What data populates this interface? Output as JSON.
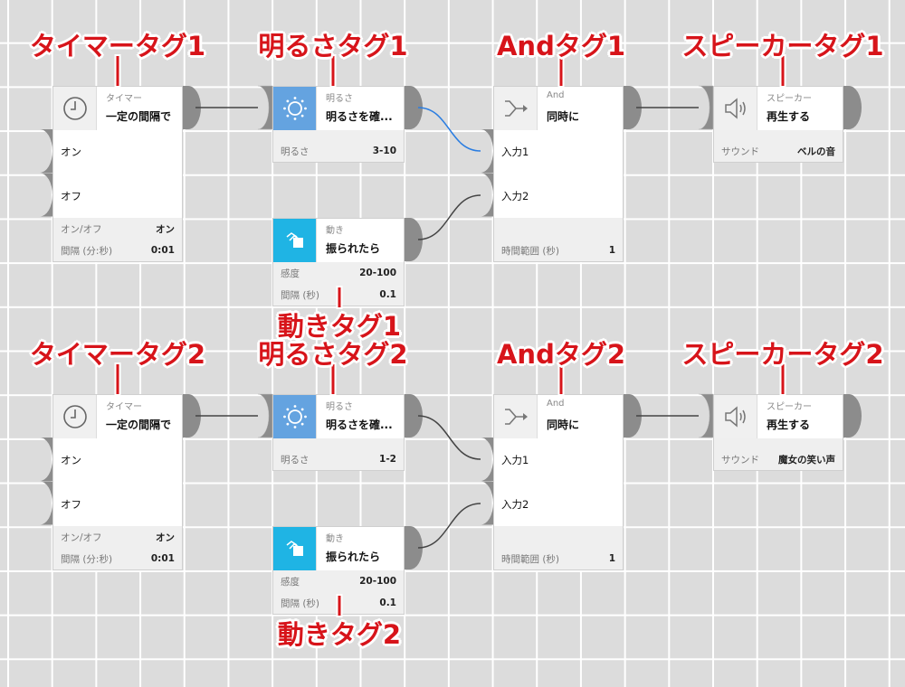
{
  "groups": [
    {
      "timer": {
        "tag": "タイマータグ1",
        "subtitle": "タイマー",
        "title": "一定の間隔で",
        "inputs": [
          "オン",
          "オフ"
        ],
        "params": [
          {
            "label": "オン/オフ",
            "value": "オン"
          },
          {
            "label": "間隔 (分:秒)",
            "value": "0:01"
          }
        ]
      },
      "bright": {
        "tag": "明るさタグ1",
        "subtitle": "明るさ",
        "title": "明るさを確...",
        "params": [
          {
            "label": "明るさ",
            "value": "3-10"
          }
        ]
      },
      "motion": {
        "tag": "動きタグ1",
        "subtitle": "動き",
        "title": "振られたら",
        "params": [
          {
            "label": "感度",
            "value": "20-100"
          },
          {
            "label": "間隔 (秒)",
            "value": "0.1"
          }
        ]
      },
      "and": {
        "tag": "Andタグ1",
        "subtitle": "And",
        "title": "同時に",
        "inputs": [
          "入力1",
          "入力2"
        ],
        "params": [
          {
            "label": "時間範囲 (秒)",
            "value": "1"
          }
        ]
      },
      "speaker": {
        "tag": "スピーカータグ1",
        "subtitle": "スピーカー",
        "title": "再生する",
        "params": [
          {
            "label": "サウンド",
            "value": "ベルの音"
          }
        ]
      },
      "bright_wire_color": "#2a7de1"
    },
    {
      "timer": {
        "tag": "タイマータグ2",
        "subtitle": "タイマー",
        "title": "一定の間隔で",
        "inputs": [
          "オン",
          "オフ"
        ],
        "params": [
          {
            "label": "オン/オフ",
            "value": "オン"
          },
          {
            "label": "間隔 (分:秒)",
            "value": "0:01"
          }
        ]
      },
      "bright": {
        "tag": "明るさタグ2",
        "subtitle": "明るさ",
        "title": "明るさを確...",
        "params": [
          {
            "label": "明るさ",
            "value": "1-2"
          }
        ]
      },
      "motion": {
        "tag": "動きタグ2",
        "subtitle": "動き",
        "title": "振られたら",
        "params": [
          {
            "label": "感度",
            "value": "20-100"
          },
          {
            "label": "間隔 (秒)",
            "value": "0.1"
          }
        ]
      },
      "and": {
        "tag": "Andタグ2",
        "subtitle": "And",
        "title": "同時に",
        "inputs": [
          "入力1",
          "入力2"
        ],
        "params": [
          {
            "label": "時間範囲 (秒)",
            "value": "1"
          }
        ]
      },
      "speaker": {
        "tag": "スピーカータグ2",
        "subtitle": "スピーカー",
        "title": "再生する",
        "params": [
          {
            "label": "サウンド",
            "value": "魔女の笑い声"
          }
        ]
      },
      "bright_wire_color": "#444444"
    }
  ],
  "colors": {
    "tag_red": "#d7141a",
    "brightness_icon_bg": "#64a3e0",
    "motion_icon_bg": "#1fb4e4",
    "port": "#8c8c8c",
    "wire": "#444444"
  },
  "icons": {
    "timer": "clock-icon",
    "bright": "sun-icon",
    "motion": "shake-icon",
    "and": "merge-icon",
    "speaker": "speaker-icon"
  }
}
